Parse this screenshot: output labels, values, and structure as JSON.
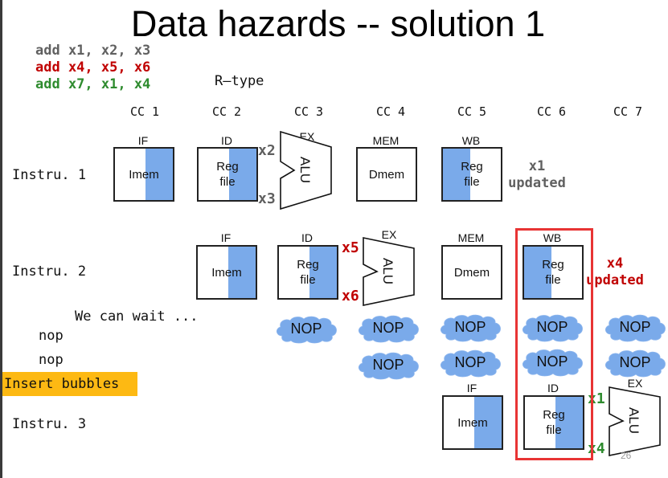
{
  "title": "Data hazards -- solution 1",
  "code": [
    {
      "text": "add x1, x2, x3",
      "color": "#606060"
    },
    {
      "text": "add x4, x5, x6",
      "color": "#c00000"
    },
    {
      "text": "add x7, x1, x4",
      "color": "#2e8b2e"
    }
  ],
  "instruction_type": "R–type",
  "clock_cycles": [
    "CC 1",
    "CC 2",
    "CC 3",
    "CC 4",
    "CC 5",
    "CC 6",
    "CC 7"
  ],
  "rows": [
    {
      "label": "Instru. 1",
      "stages": {
        "if": {
          "stage": "IF",
          "unit": "Imem"
        },
        "id": {
          "stage": "ID",
          "unit": "Reg\nfile",
          "unit_line1": "Reg",
          "unit_line2": "file",
          "src1": "x2",
          "src2": "x3"
        },
        "ex": {
          "stage": "EX",
          "unit": "ALU"
        },
        "mem": {
          "stage": "MEM",
          "unit": "Dmem"
        },
        "wb": {
          "stage": "WB",
          "unit_line1": "Reg",
          "unit_line2": "file"
        }
      },
      "note_line1": "x1",
      "note_line2": "updated",
      "note_color": "#606060"
    },
    {
      "label": "Instru. 2",
      "stages": {
        "if": {
          "stage": "IF",
          "unit": "Imem"
        },
        "id": {
          "stage": "ID",
          "unit_line1": "Reg",
          "unit_line2": "file",
          "src1": "x5",
          "src2": "x6"
        },
        "ex": {
          "stage": "EX",
          "unit": "ALU"
        },
        "mem": {
          "stage": "MEM",
          "unit": "Dmem"
        },
        "wb": {
          "stage": "WB",
          "unit_line1": "Reg",
          "unit_line2": "file"
        }
      },
      "note_line1": "x4",
      "note_line2": "updated",
      "note_color": "#c00000"
    },
    {
      "label": "Instru. 3",
      "stages": {
        "if": {
          "stage": "IF",
          "unit": "Imem"
        },
        "id": {
          "stage": "ID",
          "unit_line1": "Reg",
          "unit_line2": "file",
          "src1": "x1",
          "src2": "x4"
        },
        "ex": {
          "stage": "EX",
          "unit": "ALU"
        }
      }
    }
  ],
  "wait_text": "We can wait ...",
  "nop_lines": [
    "nop",
    "nop"
  ],
  "insert_bubbles": "Insert bubbles",
  "bubble_label": "NOP",
  "bubble_color": "#7aaaea",
  "highlight_color": "#fdb913",
  "frame_color": "#e83434",
  "page_number": "26"
}
